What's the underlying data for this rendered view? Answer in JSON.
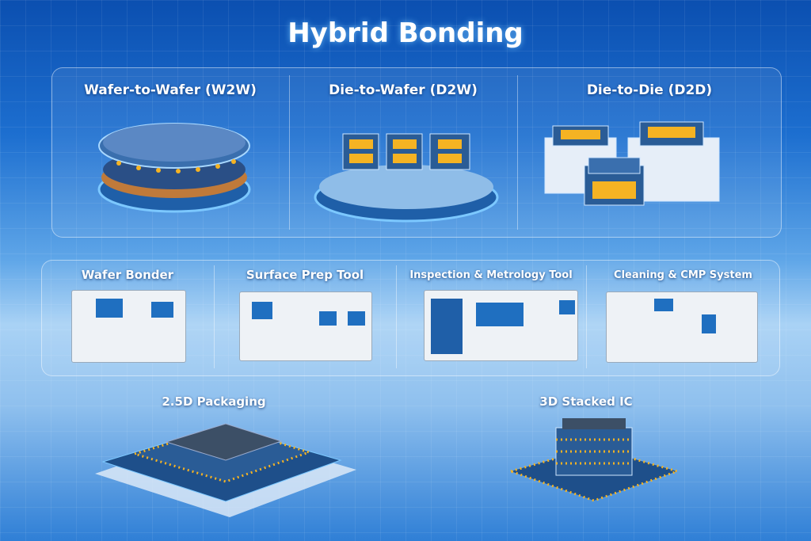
{
  "title": "Hybrid Bonding",
  "bonding_methods": [
    {
      "label": "Wafer-to-Wafer (W2W)",
      "icon": "wafer-stack-icon"
    },
    {
      "label": "Die-to-Wafer (D2W)",
      "icon": "die-on-wafer-icon"
    },
    {
      "label": "Die-to-Die (D2D)",
      "icon": "die-stack-icon"
    }
  ],
  "equipment": [
    {
      "label": "Wafer Bonder"
    },
    {
      "label": "Surface Prep Tool"
    },
    {
      "label": "Inspection & Metrology Tool"
    },
    {
      "label": "Cleaning & CMP System"
    }
  ],
  "applications": [
    {
      "label": "2.5D Packaging"
    },
    {
      "label": "3D Stacked IC"
    }
  ],
  "colors": {
    "accent": "#f5b323",
    "chip": "#2a5c96",
    "machine": "#eef2f6"
  }
}
